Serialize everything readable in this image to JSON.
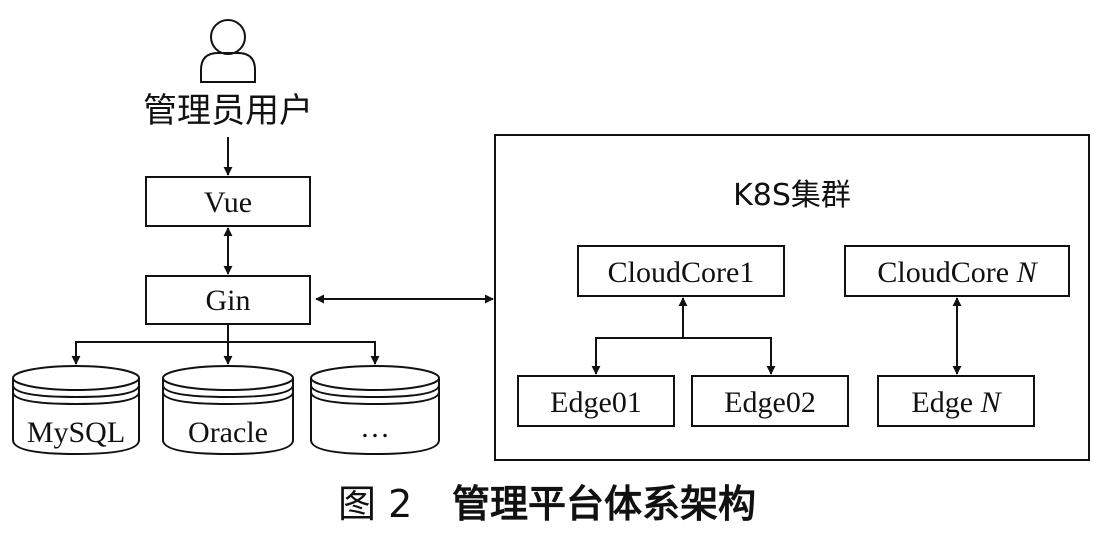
{
  "user": {
    "icon": "user-icon",
    "label": "管理员用户"
  },
  "frontend": {
    "label": "Vue"
  },
  "backend": {
    "label": "Gin"
  },
  "databases": [
    {
      "label": "MySQL"
    },
    {
      "label": "Oracle"
    },
    {
      "label": "…"
    }
  ],
  "cluster": {
    "title": "K8S集群",
    "cloudcores": [
      {
        "label": "CloudCore1",
        "label_suffix": ""
      },
      {
        "label": "CloudCore ",
        "label_suffix": "N"
      }
    ],
    "edges": [
      {
        "label": "Edge01",
        "label_suffix": ""
      },
      {
        "label": "Edge02",
        "label_suffix": ""
      },
      {
        "label": "Edge ",
        "label_suffix": "N"
      }
    ]
  },
  "caption": {
    "number": "图 2",
    "title": "管理平台体系架构"
  }
}
